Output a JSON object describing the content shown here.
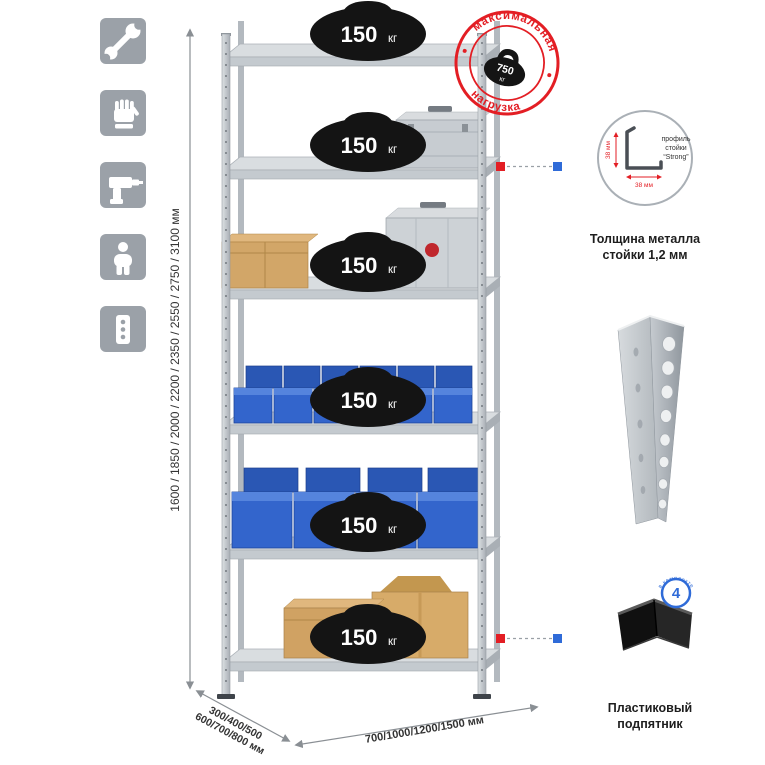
{
  "colors": {
    "accent_red": "#e31e24",
    "accent_blue": "#2f6bd8",
    "metal_grey": "#c7ccd1",
    "bin_blue": "#3365cc",
    "cardboard": "#d2a668",
    "badge_dark": "#141414",
    "icon_tile_grey": "#9ba1a8"
  },
  "sidebar": {
    "icons": [
      {
        "name": "wrench-icon"
      },
      {
        "name": "gloves-icon"
      },
      {
        "name": "drill-icon"
      },
      {
        "name": "person-icon"
      },
      {
        "name": "perforated-post-icon"
      }
    ]
  },
  "dimensions": {
    "height_label": "1600 / 1850 / 2000 / 2200 / 2350 / 2550 / 2750 / 3100 мм",
    "depth_line1": "300/400/500",
    "depth_line2": "600/700/800 мм",
    "width_label": "700/1000/1200/1500 мм"
  },
  "shelf_load": {
    "value": "150",
    "unit": "кг",
    "count": 6
  },
  "stamp": {
    "arc_top": "максимальная",
    "arc_bottom": "нагрузка",
    "value": "750",
    "unit": "кг"
  },
  "profile_detail": {
    "label_line1": "профиль",
    "label_line2": "стойки",
    "label_line3": "“Strong”",
    "dim_vertical": "38 мм",
    "dim_horizontal": "38 мм",
    "caption_line1": "Толщина металла",
    "caption_line2": "стойки 1,2 мм"
  },
  "foot_detail": {
    "badge_value": "4",
    "badge_ring_text": "в комплекте",
    "caption_line1": "Пластиковый",
    "caption_line2": "подпятник"
  }
}
